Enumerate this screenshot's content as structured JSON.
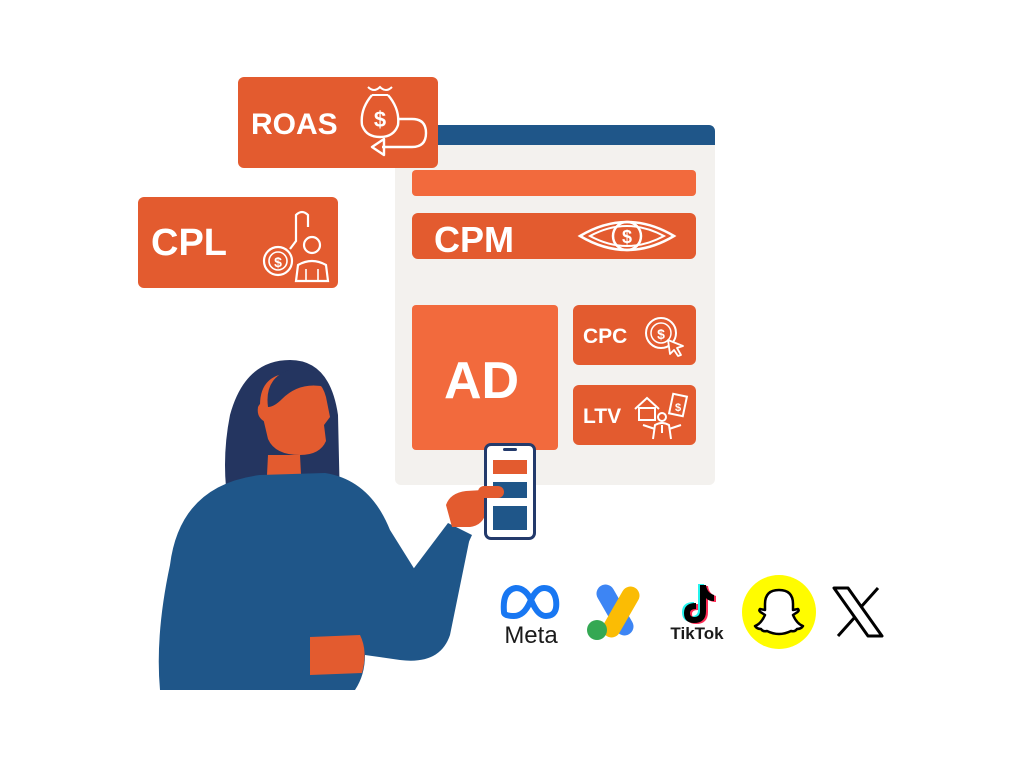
{
  "metrics": {
    "roas": "ROAS",
    "cpl": "CPL",
    "cpm": "CPM",
    "ad": "AD",
    "cpc": "CPC",
    "ltv": "LTV"
  },
  "platforms": {
    "meta": "Meta",
    "google_ads": "google-ads-logo",
    "tiktok": "TikTok",
    "snapchat": "snapchat-logo",
    "x": "x-logo"
  },
  "colors": {
    "accent": "#e35b2f",
    "accent_light": "#f26a3d",
    "navy": "#1f5689",
    "browser_bg": "#f3f1ee",
    "hair": "#243560",
    "skin": "#e35b2f"
  },
  "icons": {
    "roas": "money-bag-return-icon",
    "cpl": "coin-person-icon",
    "cpm": "dollar-eye-icon",
    "cpc": "coin-cursor-icon",
    "ltv": "house-person-money-icon"
  }
}
